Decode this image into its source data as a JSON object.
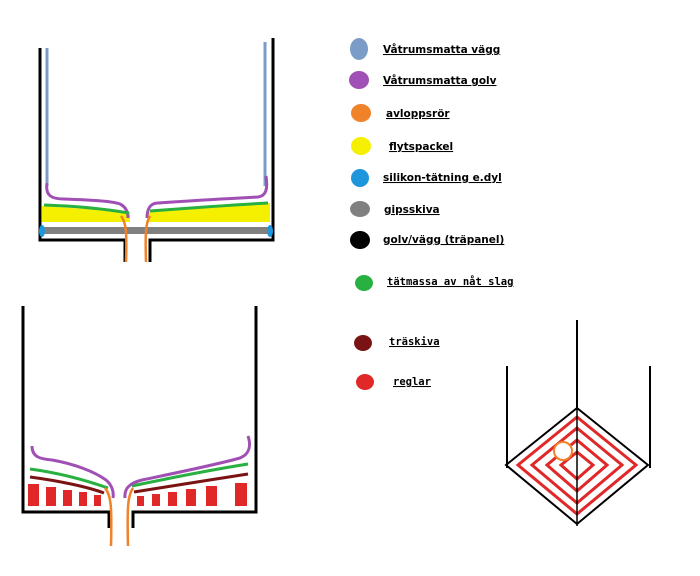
{
  "legend": [
    {
      "label": "Våtrumsmatta vägg",
      "color": "#7a9cc6",
      "icon": "blob-icon"
    },
    {
      "label": "Våtrumsmatta golv",
      "color": "#a050b4",
      "icon": "blob-icon"
    },
    {
      "label": "avloppsrör",
      "color": "#f0822a",
      "icon": "blob-icon"
    },
    {
      "label": "flytspackel",
      "color": "#f5f000",
      "icon": "blob-icon"
    },
    {
      "label": "silikon-tätning e.dyl",
      "color": "#1e96dc",
      "icon": "blob-icon"
    },
    {
      "label": "gipsskiva",
      "color": "#808080",
      "icon": "blob-icon"
    },
    {
      "label": "golv/vägg (träpanel)",
      "color": "#000000",
      "icon": "blob-icon"
    },
    {
      "label": "tätmassa av nåt slag",
      "color": "#28b040",
      "icon": "blob-icon"
    },
    {
      "label": "träskiva",
      "color": "#7a1414",
      "icon": "blob-icon"
    },
    {
      "label": "reglar",
      "color": "#e02828",
      "icon": "blob-icon"
    }
  ],
  "colors": {
    "wall_mat": "#7a9cc6",
    "floor_mat": "#a050b4",
    "pipe": "#f0822a",
    "screed": "#f5f000",
    "silicone": "#1e96dc",
    "gypsum": "#808080",
    "wood": "#000000",
    "sealant": "#28b040",
    "board": "#7a1414",
    "joist": "#e02828"
  }
}
